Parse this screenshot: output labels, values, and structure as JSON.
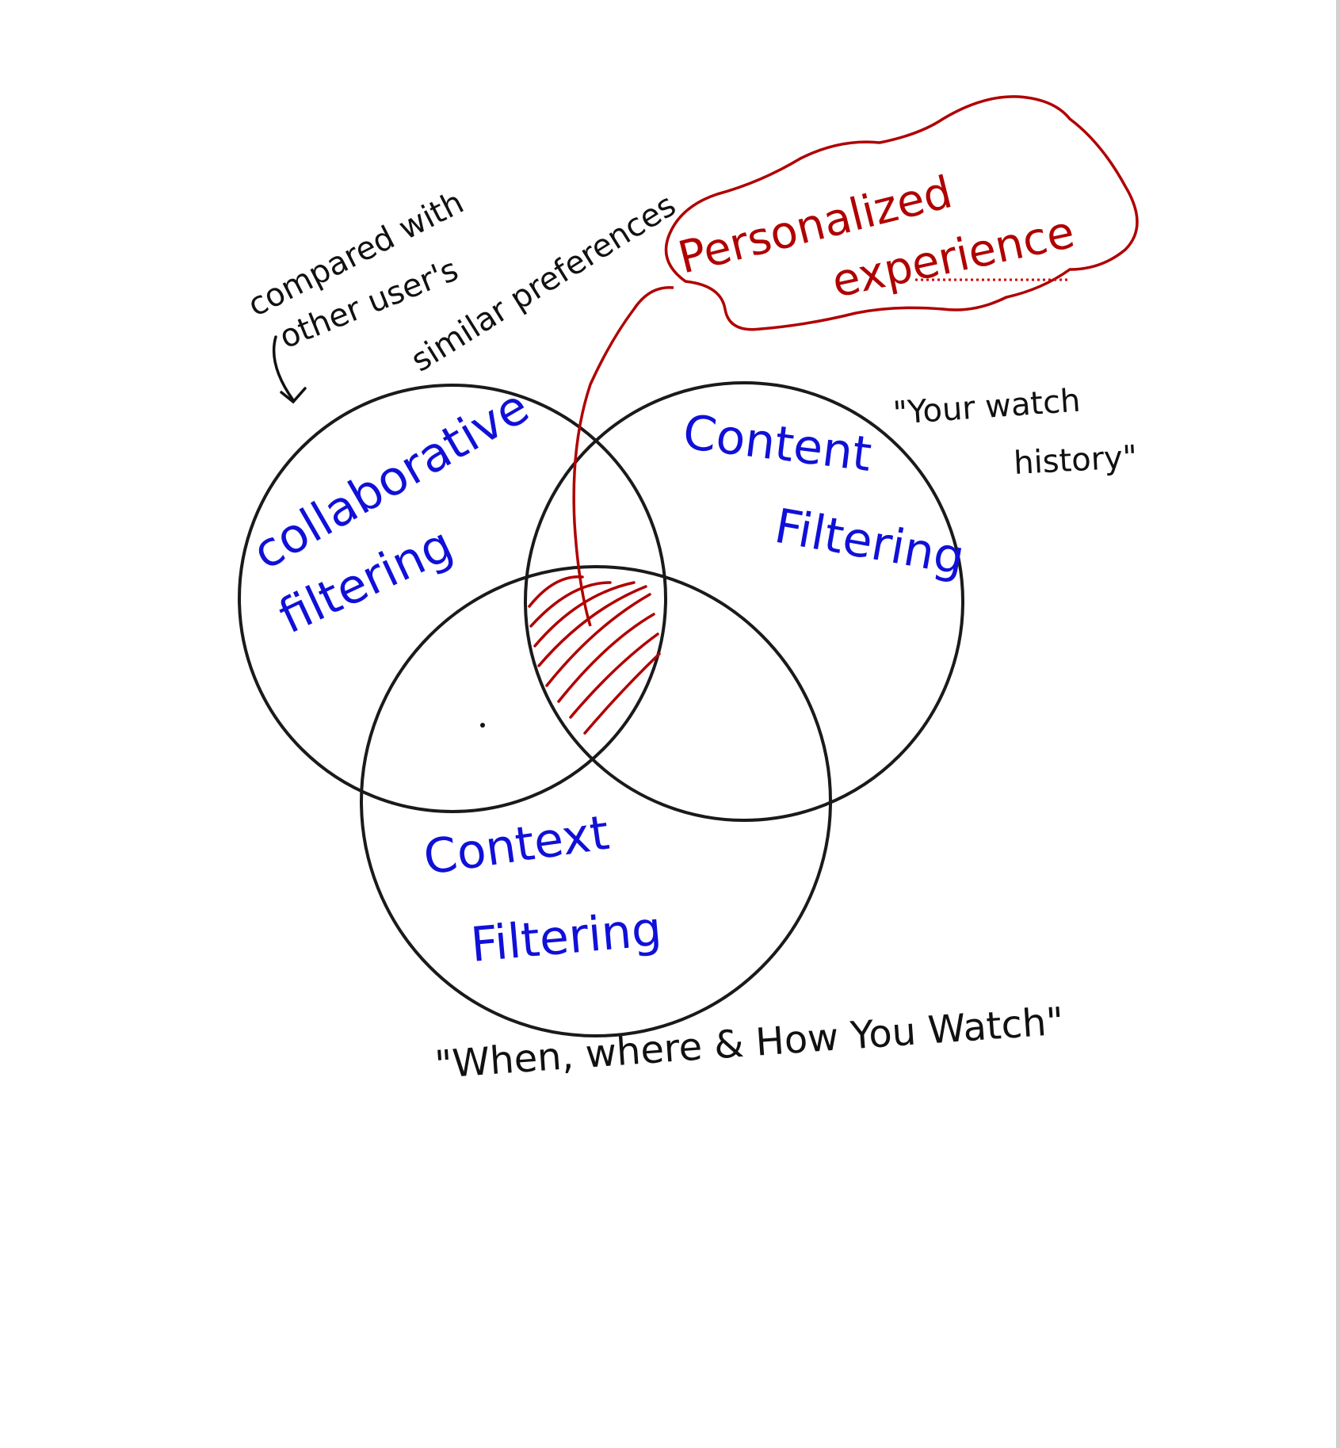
{
  "annotations": {
    "collab_note_line1": "compared with",
    "collab_note_line2": "other user's",
    "collab_note_line3": "similar preferences",
    "content_note_line1": "\"Your watch",
    "content_note_line2": "history\"",
    "context_note": "\"When, where & How You Watch\""
  },
  "circles": {
    "collaborative_line1": "collaborative",
    "collaborative_line2": "filtering",
    "content_line1": "Content",
    "content_line2": "Filtering",
    "context_line1": "Context",
    "context_line2": "Filtering"
  },
  "callout": {
    "line1": "Personalized",
    "line2": "experience"
  },
  "colors": {
    "ink": "#111111",
    "circle_labels": "#1010d8",
    "callout": "#b00000"
  }
}
